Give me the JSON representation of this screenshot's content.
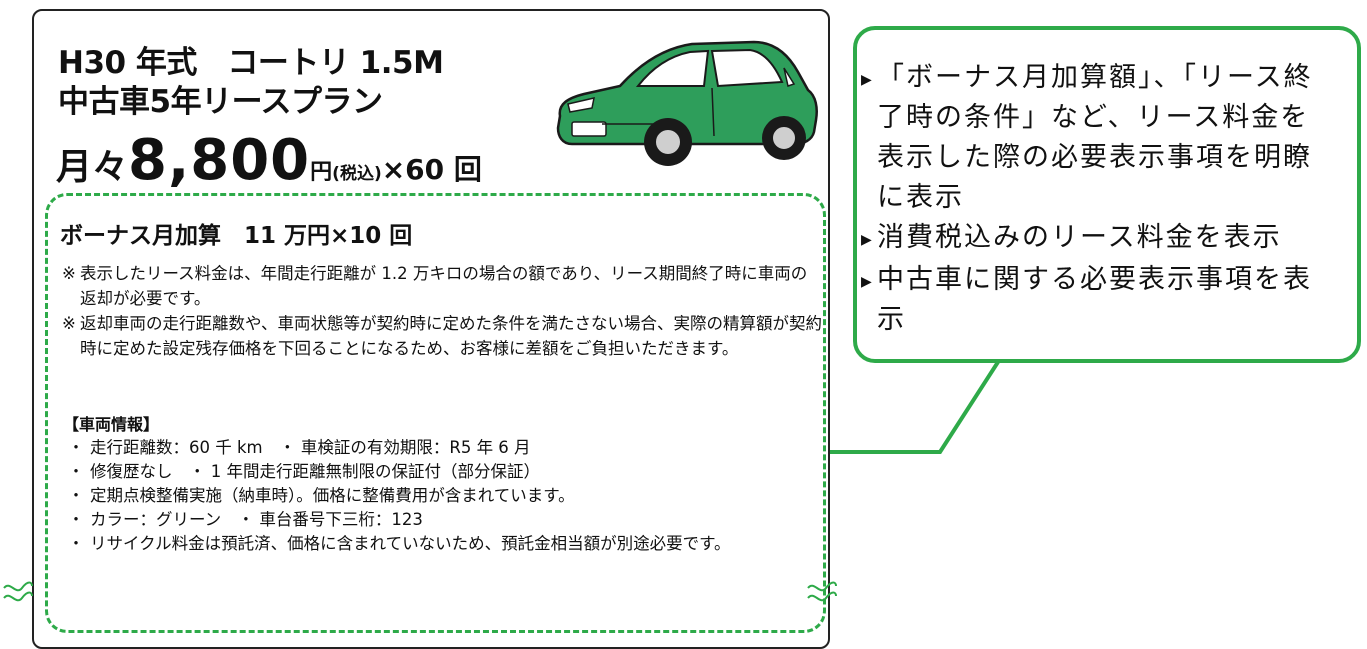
{
  "ad": {
    "title_line1": "H30 年式　コートリ 1.5M",
    "title_line2": "中古車5年リースプラン",
    "price": {
      "prefix": "月々",
      "amount": "8,800",
      "unit": "円",
      "tax": "(税込)",
      "times": "×60 回"
    },
    "bonus": "ボーナス月加算　11 万円×10 回",
    "notes": [
      {
        "mark": "※",
        "text": "表示したリース料金は、年間走行距離が 1.2 万キロの場合の額であり、リース期間終了時に車両の返却が必要です。"
      },
      {
        "mark": "※",
        "text": "返却車両の走行距離数や、車両状態等が契約時に定めた条件を満たさない場合、実際の精算額が契約時に定めた設定残存価格を下回ることになるため、お客様に差額をご負担いただきます。"
      }
    ],
    "spec_heading": "【車両情報】",
    "specs": [
      "走行距離数：60 千 km　・ 車検証の有効期限：R5 年 6 月",
      "修復歴なし　・ 1 年間走行距離無制限の保証付（部分保証）",
      "定期点検整備実施（納車時）。価格に整備費用が含まれています。",
      "カラー：グリーン　・ 車台番号下三桁：123",
      "リサイクル料金は預託済、価格に含まれていないため、預託金相当額が別途必要です。"
    ],
    "bullet": "・",
    "car_color": "#2e9e5b"
  },
  "callout": {
    "items": [
      "「ボーナス月加算額」、「リース終了時の条件」など、リース料金を表示した際の必要表示事項を明瞭に表示",
      "消費税込みのリース料金を表示",
      "中古車に関する必要表示事項を表示"
    ],
    "marker": "▶",
    "accent": "#2eaa49"
  }
}
